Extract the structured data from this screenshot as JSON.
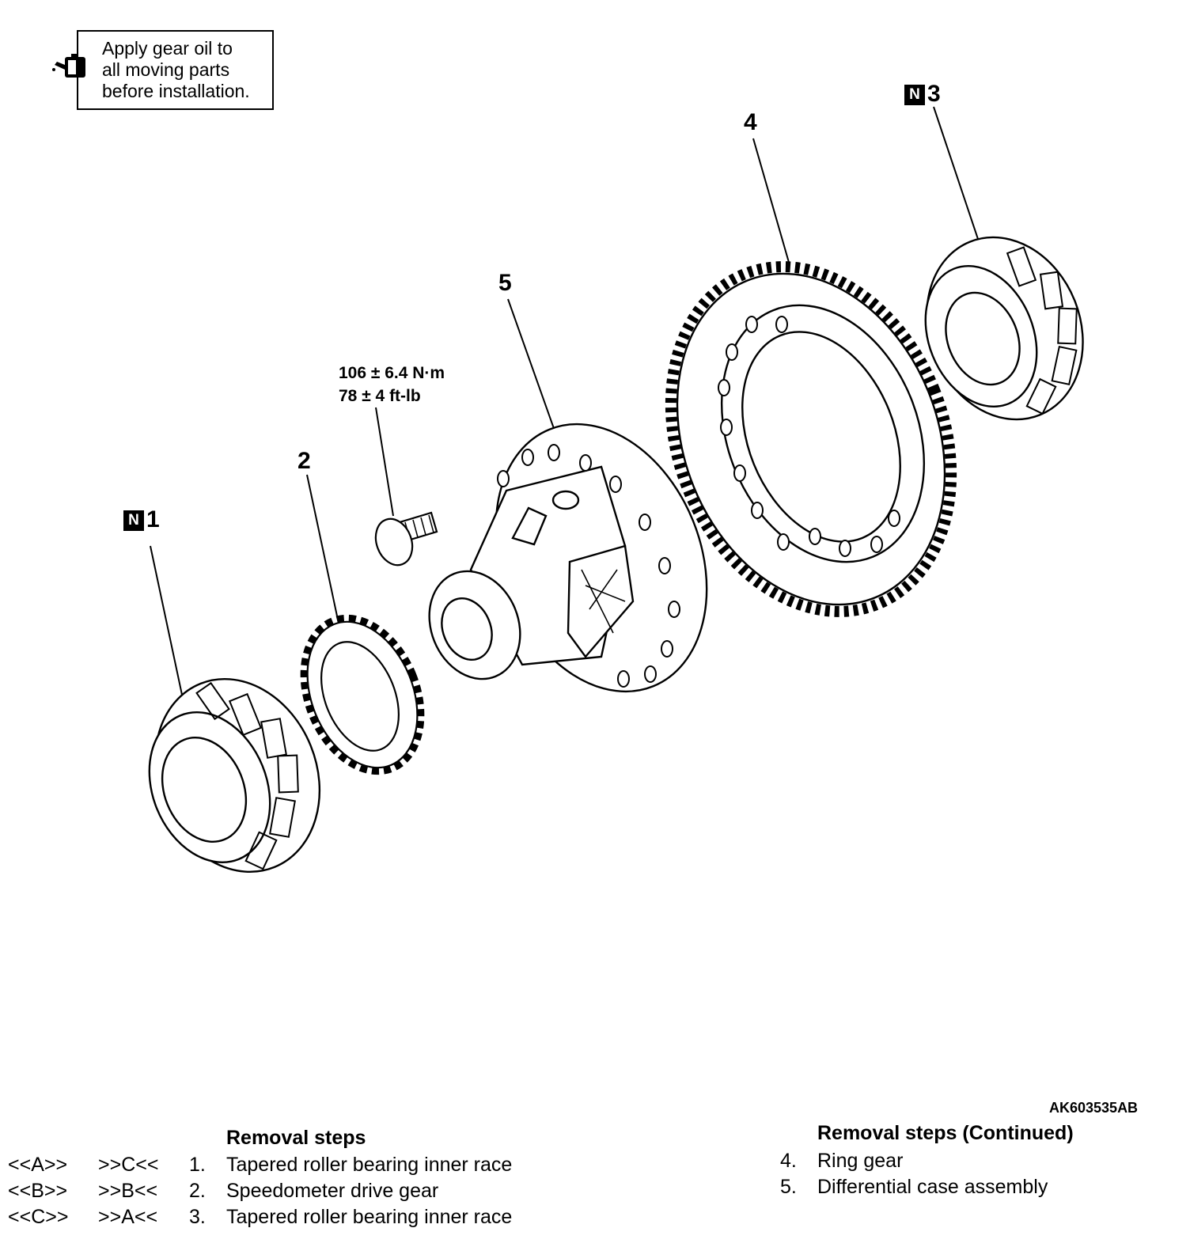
{
  "note": {
    "text_lines": [
      "Apply gear oil to",
      "all moving parts",
      "before installation."
    ],
    "icon": "oil-can-icon"
  },
  "callouts": [
    {
      "id": "1",
      "label": "1",
      "badge": "N"
    },
    {
      "id": "2",
      "label": "2",
      "badge": ""
    },
    {
      "id": "3",
      "label": "3",
      "badge": "N"
    },
    {
      "id": "4",
      "label": "4",
      "badge": ""
    },
    {
      "id": "5",
      "label": "5",
      "badge": ""
    }
  ],
  "torque": {
    "metric": "106 ± 6.4 N·m",
    "imperial": "78 ± 4 ft-lb"
  },
  "figure_id": "AK603535AB",
  "removal_steps": {
    "title": "Removal steps",
    "steps": [
      {
        "removal_ref": "<<A>>",
        "install_ref": ">>C<<",
        "number": "1.",
        "name": "Tapered roller bearing inner race"
      },
      {
        "removal_ref": "<<B>>",
        "install_ref": ">>B<<",
        "number": "2.",
        "name": "Speedometer drive gear"
      },
      {
        "removal_ref": "<<C>>",
        "install_ref": ">>A<<",
        "number": "3.",
        "name": "Tapered roller bearing inner race"
      }
    ]
  },
  "removal_steps_continued": {
    "title": "Removal steps (Continued)",
    "steps": [
      {
        "number": "4.",
        "name": "Ring gear"
      },
      {
        "number": "5.",
        "name": "Differential case assembly"
      }
    ]
  }
}
